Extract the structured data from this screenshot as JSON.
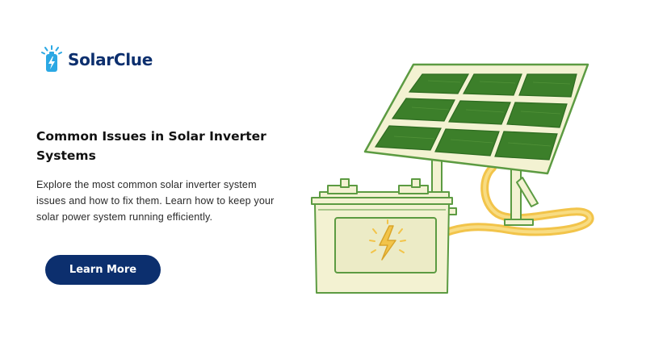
{
  "brand": {
    "name": "SolarClue"
  },
  "hero": {
    "title": "Common Issues in Solar Inverter Systems",
    "description": "Explore the most common solar inverter system issues and how to fix them. Learn how to keep your solar power system running efficiently.",
    "cta_label": "Learn More"
  },
  "colors": {
    "brand_navy": "#0c2f6e",
    "logo_blue": "#2ba8e4",
    "panel_green": "#3c7f2a",
    "sketch_cream": "#f3f2d2",
    "cable_yellow": "#f2c44a"
  },
  "icons": {
    "logo": "battery-charging-icon",
    "illustration": "solar-panel-battery-illustration"
  }
}
